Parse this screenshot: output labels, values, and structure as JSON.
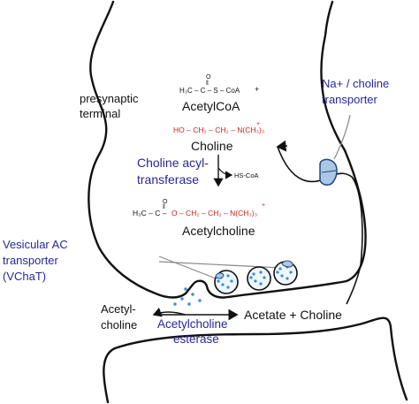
{
  "labels": {
    "presynaptic": "presynaptic",
    "terminal": "terminal",
    "transporter_na_line1": "Na+ / choline",
    "transporter_na_line2": "transporter",
    "acetylcoa": "AcetylCoA",
    "choline": "Choline",
    "choline_acyltransferase_line1": "Choline acyl-",
    "choline_acyltransferase_line2": "transferase",
    "hscoa": "HS-CoA",
    "acetylcholine": "Acetylcholine",
    "vesicular_line1": "Vesicular AC",
    "vesicular_line2": "transporter",
    "vesicular_line3": "(VChaT)",
    "acetyl_choline_line1": "Acetyl-",
    "acetyl_choline_line2": "choline",
    "acetylcholine_esterase_line1": "Acetylcholine",
    "acetylcholine_esterase_line2": "esterase",
    "acetate_choline": "Acetate + Choline"
  },
  "formulas": {
    "acetylcoa_o": "O",
    "acetylcoa_dbl": "‖",
    "acetylcoa_main": "H₃C – C – S – CoA",
    "acetylcoa_plus": "+",
    "choline_main": "HO – CH₂ – CH₂ – N(CH₃)₃",
    "choline_charge": "+",
    "ach_o": "O",
    "ach_dbl": "‖",
    "ach_left": "H₃C – C –",
    "ach_right": "O – CH₂ – CH₂ – N(CH₃)₃",
    "ach_charge": "+"
  },
  "colors": {
    "blue_text": "#27279a",
    "red_text": "#cc1f1f",
    "vesicle_fill": "#eef6fb",
    "dot": "#3a8ad8",
    "transporter": "#a9c8e6"
  }
}
